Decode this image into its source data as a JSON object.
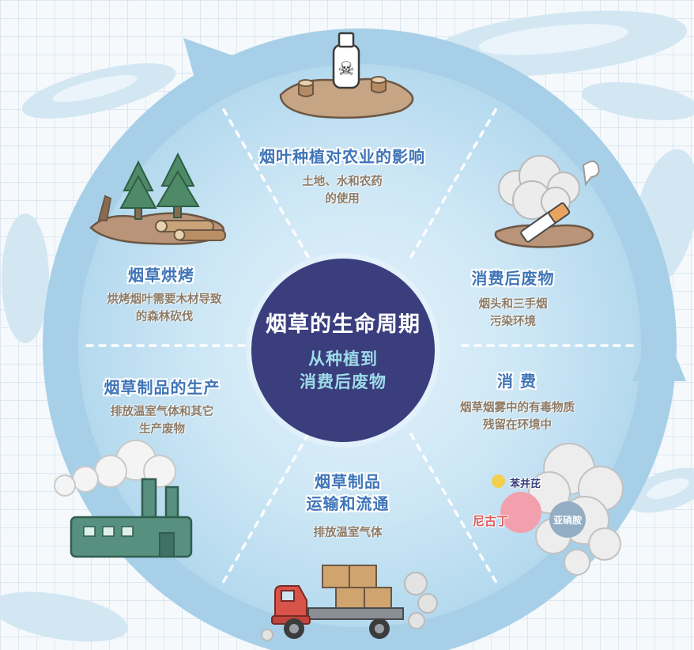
{
  "center": {
    "title": "烟草的生命周期",
    "subtitle": "从种植到\n消费后废物"
  },
  "segments": {
    "cultivation": {
      "title": "烟叶种植对农业的影响",
      "desc": "土地、水和农药\n的使用"
    },
    "waste": {
      "title": "消费后废物",
      "desc": "烟头和三手烟\n污染环境"
    },
    "consumption": {
      "title": "消 费",
      "desc": "烟草烟雾中的有毒物质\n残留在环境中"
    },
    "transport": {
      "title": "烟草制品\n运输和流通",
      "desc": "排放温室气体"
    },
    "production": {
      "title": "烟草制品的生产",
      "desc": "排放温室气体和其它\n生产废物"
    },
    "curing": {
      "title": "烟草烘烤",
      "desc": "烘烤烟叶需要木材导致\n的森林砍伐"
    }
  },
  "chemicals": {
    "benzopyrene": {
      "label": "苯并芘",
      "color": "#f3cf4d"
    },
    "nicotine": {
      "label": "尼古丁",
      "color": "#f2a0ad"
    },
    "nitrosamine": {
      "label": "亚硝胺",
      "color": "#93aec4"
    }
  },
  "icons": {
    "skull": "☠"
  },
  "colors": {
    "center_circle": "#3a3e7d",
    "ring": "#a7d0e8",
    "disc": "#cfe8f6",
    "segment_title": "#3f75b8",
    "segment_desc": "#8d7b66",
    "center_subtitle": "#9edbe8",
    "nicotine_label": "#e05a5a"
  }
}
